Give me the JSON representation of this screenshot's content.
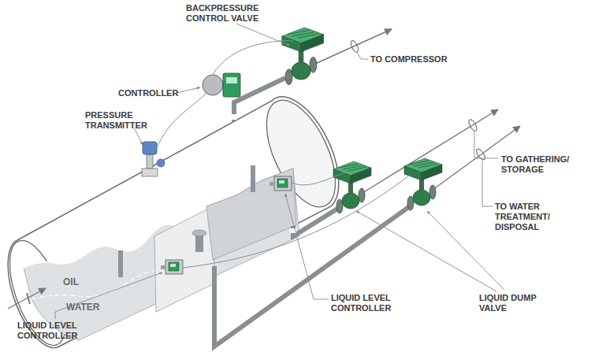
{
  "diagram": {
    "labels": [
      "BACKPRESSURE CONTROL VALVE",
      "TO COMPRESSOR",
      "CONTROLLER",
      "PRESSURE TRANSMITTER",
      "TO GATHERING/ STORAGE",
      "TO WATER TREATMENT/ DISPOSAL",
      "OIL",
      "WATER",
      "LIQUID LEVEL CONTROLLER",
      "LIQUID LEVEL CONTROLLER",
      "LIQUID DUMP VALVE"
    ]
  }
}
